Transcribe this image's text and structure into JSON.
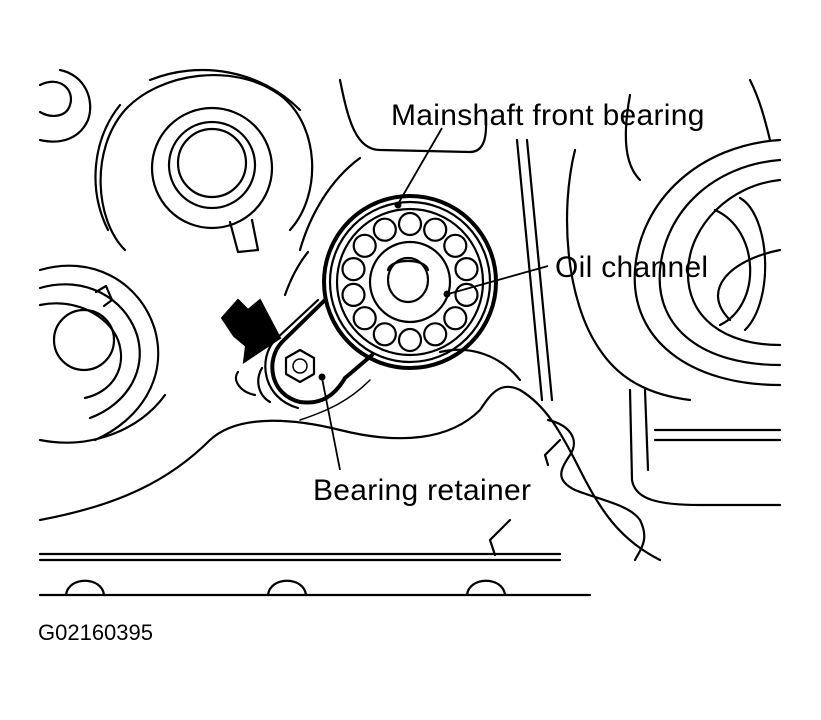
{
  "callouts": {
    "mainshaft_front_bearing": "Mainshaft front bearing",
    "oil_channel": "Oil channel",
    "bearing_retainer": "Bearing retainer"
  },
  "figure_code": "G02160395",
  "colors": {
    "ink": "#000000",
    "paper": "#ffffff"
  }
}
